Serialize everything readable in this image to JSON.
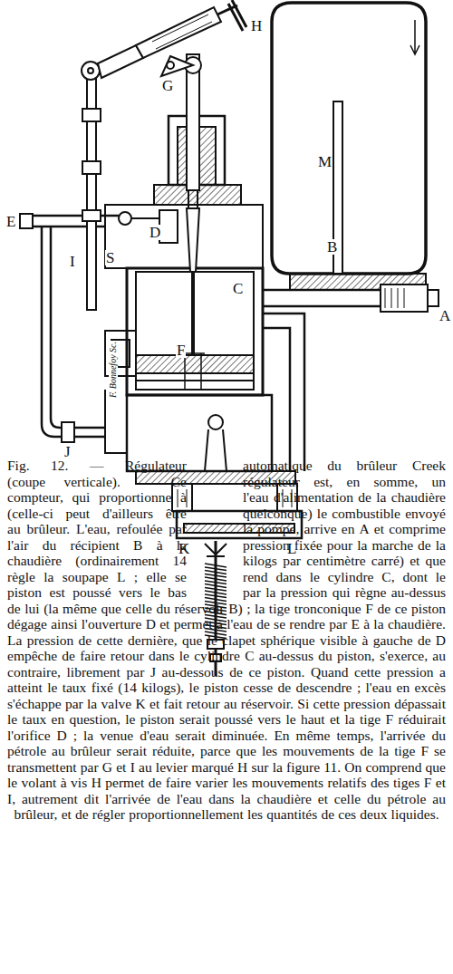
{
  "diagram": {
    "caption": "Fig. 12. — Régulateur automatique du brûleur Creek (coupe verticale). — Ce régulateur est, en somme, un compteur, qui proportionne à l'eau d'alimentation de la chaudière (celle-ci peut d'ailleurs être quelconque) le combustible envoyé au brûleur. L'eau, refoulée par la pompe, arrive en A et comprime l'air du récipient B à la pression fixée pour la marche de la chaudière (ordinairement 14 kilogs par centimètre carré) et que règle la soupape L ; elle se rend dans le cylindre C, dont le piston est poussé vers le bas par la pression qui règne au-dessus de lui (la même que celle du réservoir B) ; la tige tronconique F de ce piston dégage ainsi l'ouverture D et permet à l'eau de se rendre par E à la chaudière. La pression de cette dernière, que le clapet sphérique visible à gauche de D empêche de faire retour dans le cylindre C au-dessus du piston, s'exerce, au contraire, librement par J au-dessous de ce piston. Quand cette pression a atteint le taux fixé (14 kilogs), le piston cesse de descendre ; l'eau en excès s'échappe par la valve K et fait retour au réservoir. Si cette pression dépassait le taux en question, le piston serait poussé vers le haut et la tige F réduirait l'orifice D ; la venue d'eau serait diminuée. En même temps, l'arrivée du pétrole au brûleur serait réduite, parce que les mouvements de la tige F se transmettent par G et I au levier marqué H sur la figure 11. On comprend que le volant à vis H permet de faire varier les mouvements relatifs des tiges F et I, autrement dit l'arrivée de l'eau dans la chaudière et celle du pétrole au brûleur, et de régler proportionnellement les quantités de ces deux liquides.",
    "labels": [
      "H",
      "G",
      "M",
      "B",
      "A",
      "E",
      "D",
      "S",
      "C",
      "F",
      "I",
      "J",
      "K",
      "L",
      "F. Bonnefoy Sc."
    ]
  }
}
